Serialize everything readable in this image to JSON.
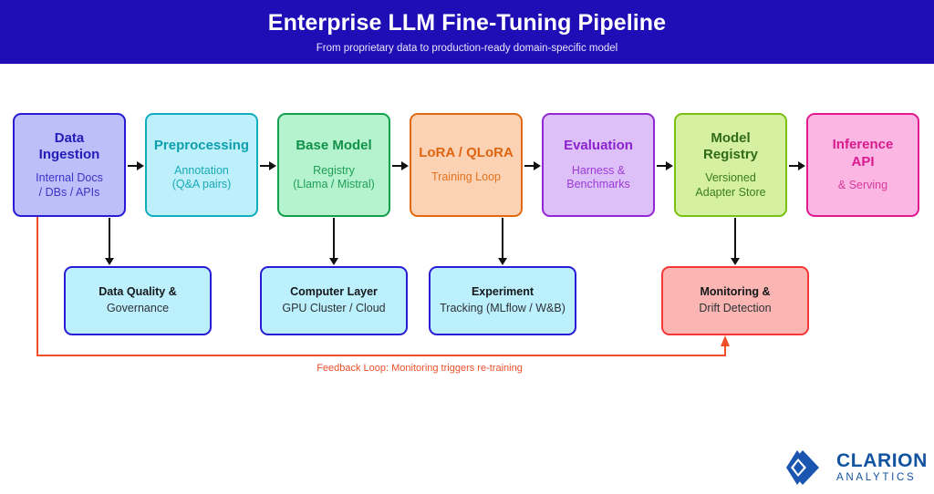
{
  "header": {
    "title": "Enterprise LLM Fine-Tuning Pipeline",
    "subtitle": "From proprietary data to production-ready domain-specific model",
    "background": "#1f0db5",
    "title_color": "#ffffff"
  },
  "pipeline": {
    "stages": [
      {
        "id": "data-ingestion",
        "title": "Data\nIngestion",
        "title_line1": "Data",
        "title_line2": "Ingestion",
        "subtitle_line1": "Internal Docs",
        "subtitle_line2": "/ DBs / APIs",
        "fill": "#bdbffa",
        "border": "#2a1bd4",
        "text": "#221db8"
      },
      {
        "id": "preprocessing",
        "title_line1": "Preprocessing",
        "title_line2": "",
        "subtitle_line1": "Annotation",
        "subtitle_line2": "(Q&A pairs)",
        "fill": "#bdf0fa",
        "border": "#11adbe",
        "text": "#0e9fae"
      },
      {
        "id": "base-model",
        "title_line1": "Base Model",
        "title_line2": "",
        "subtitle_line1": "Registry",
        "subtitle_line2": "(Llama / Mistral)",
        "fill": "#b4f3cd",
        "border": "#12a04f",
        "text": "#11914a"
      },
      {
        "id": "lora-qlora",
        "title_line1": "LoRA / QLoRA",
        "title_line2": "",
        "subtitle_line1": "Training Loop",
        "subtitle_line2": "",
        "fill": "#fbd3b4",
        "border": "#e2690f",
        "text": "#df6411"
      },
      {
        "id": "evaluation",
        "title_line1": "Evaluation",
        "title_line2": "",
        "subtitle_line1": "Harness &",
        "subtitle_line2": "Benchmarks",
        "fill": "#ddc0f7",
        "border": "#9327d6",
        "text": "#8c22cf"
      },
      {
        "id": "model-registry",
        "title_line1": "Model",
        "title_line2": "Registry",
        "subtitle_line1": "Versioned",
        "subtitle_line2": "Adapter Store",
        "fill": "#d6f0a2",
        "border": "#79c111",
        "text": "#2f6b18"
      },
      {
        "id": "inference-api",
        "title_line1": "Inference",
        "title_line2": "API",
        "subtitle_line1": "& Serving",
        "subtitle_line2": "",
        "fill": "#fcb6e4",
        "border": "#e01a8e",
        "text": "#d81b8c"
      }
    ]
  },
  "support": {
    "nodes": [
      {
        "id": "data-quality",
        "title": "Data Quality &",
        "subtitle": "Governance",
        "fill": "#bdf0fd",
        "border": "#2a1bd4"
      },
      {
        "id": "computer-layer",
        "title": "Computer Layer",
        "subtitle": "GPU Cluster / Cloud",
        "fill": "#bdf0fd",
        "border": "#2a1bd4"
      },
      {
        "id": "experiment-tracking",
        "title": "Experiment",
        "subtitle": "Tracking (MLflow / W&B)",
        "fill": "#bdf0fd",
        "border": "#2a1bd4"
      },
      {
        "id": "monitoring",
        "title": "Monitoring &",
        "subtitle": "Drift Detection",
        "fill": "#fbb6b3",
        "border": "#f73737"
      }
    ]
  },
  "feedback": {
    "label": "Feedback Loop: Monitoring triggers re-training",
    "color": "#f04f28"
  },
  "logo": {
    "word_main": "CLARION",
    "word_sub": "ANALYTICS",
    "color": "#12529f"
  }
}
